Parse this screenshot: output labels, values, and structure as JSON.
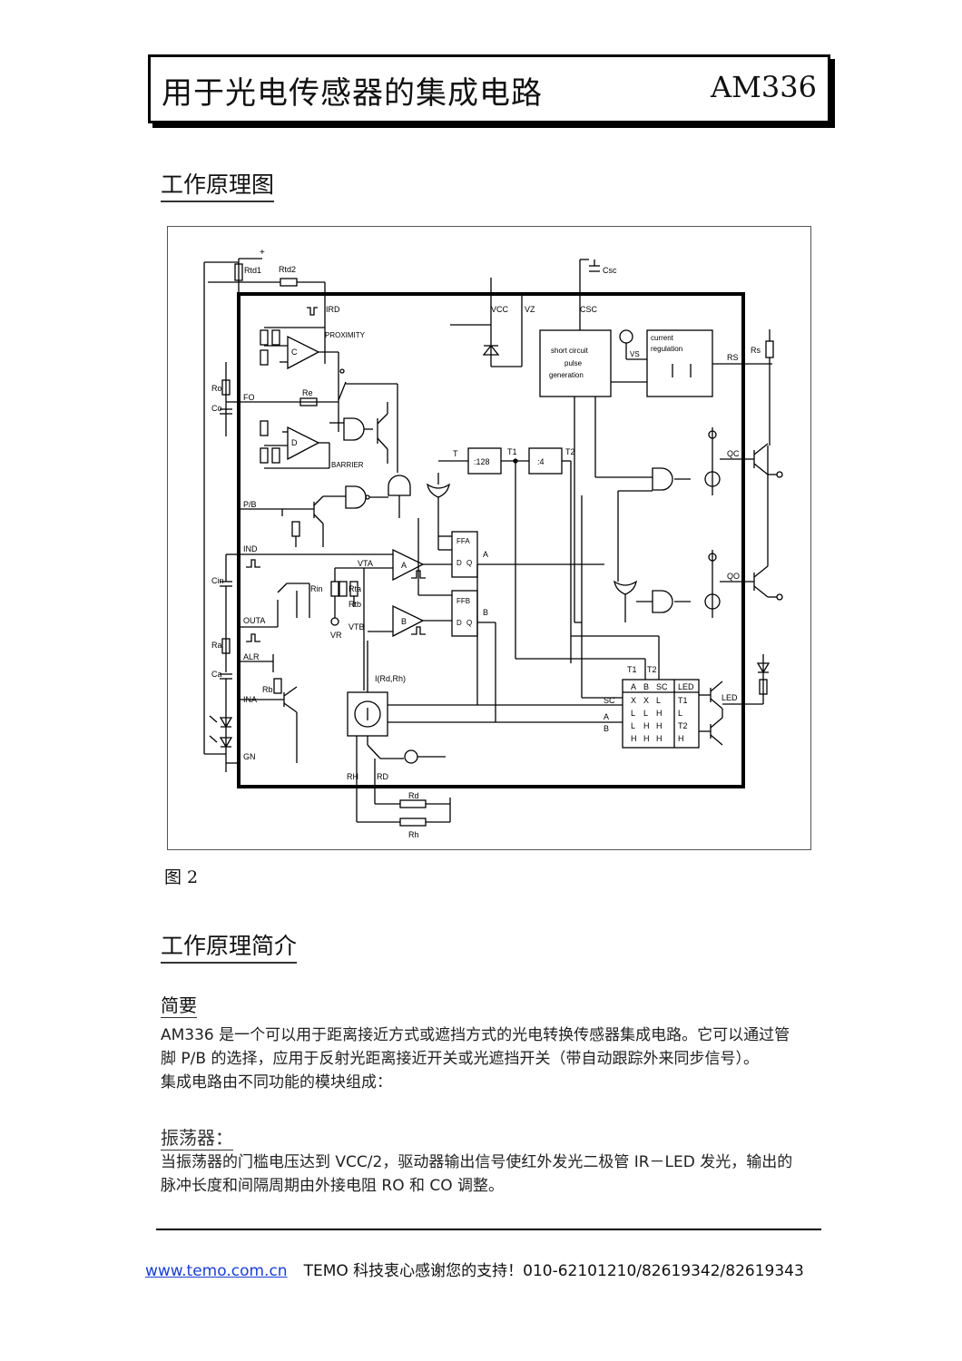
{
  "header": {
    "title": "用于光电传感器的集成电路",
    "part_number": "AM336"
  },
  "section1": {
    "title": "工作原理图"
  },
  "diagram": {
    "labels": {
      "rtd1": "Rtd1",
      "rtd2": "Rtd2",
      "irrd": "IRD",
      "proximity": "PROXIMITY",
      "ro": "Ro",
      "co": "Co",
      "fo": "FO",
      "re": "Re",
      "barrier": "BARRIER",
      "pb": "P/B",
      "ind": "IND",
      "cin": "Cin",
      "rin": "Rin",
      "rta": "Rta",
      "rtb": "Rtb",
      "vta": "VTA",
      "vtb": "VTB",
      "vr": "VR",
      "outa": "OUTA",
      "ra": "Ra",
      "ca": "Ca",
      "alr": "ALR",
      "rb": "Rb",
      "ina": "INA",
      "gn": "GN",
      "rh": "RH",
      "rd": "RD",
      "rd2": "Rd",
      "rh2": "Rh",
      "ird_rh": "I(Rd,Rh)",
      "vcc": "VCC",
      "vz": "VZ",
      "csc": "CSC",
      "csc_cap": "Csc",
      "short_circuit": [
        "short circuit",
        "pulse",
        "generation"
      ],
      "current_reg": [
        "current",
        "regulation"
      ],
      "vs": "VS",
      "rs": "RS",
      "rs_res": "Rs",
      "qc": "QC",
      "qo": "QO",
      "led": "LED",
      "div128": ":128",
      "div4": ":4",
      "t": "T",
      "t1": "T1",
      "t2": "T2",
      "ffa": "FFA",
      "ffb": "FFB",
      "d": "D",
      "q": "Q",
      "a": "A",
      "b": "B",
      "c": "C",
      "sc": "SC"
    },
    "truth_table": {
      "headers": [
        "A",
        "B",
        "SC",
        "LED"
      ],
      "rows": [
        [
          "X",
          "X",
          "L",
          "T1"
        ],
        [
          "L",
          "L",
          "H",
          "L"
        ],
        [
          "L",
          "H",
          "H",
          "T2"
        ],
        [
          "H",
          "H",
          "H",
          "H"
        ]
      ]
    }
  },
  "figure_caption": "图 2",
  "section2": {
    "title": "工作原理简介"
  },
  "summary": {
    "title": "简要",
    "lines": [
      "AM336 是一个可以用于距离接近方式或遮挡方式的光电转换传感器集成电路。它可以通过管",
      "脚 P/B 的选择，应用于反射光距离接近开关或光遮挡开关（带自动跟踪外来同步信号）。",
      "集成电路由不同功能的模块组成："
    ]
  },
  "oscillator": {
    "title": "振荡器：",
    "lines": [
      "当振荡器的门槛电压达到 VCC/2，驱动器输出信号使红外发光二极管 IR－LED 发光，输出的",
      "脉冲长度和间隔周期由外接电阻 RO 和 CO 调整。"
    ]
  },
  "footer": {
    "url": "www.temo.com.cn",
    "text": "TEMO 科技衷心感谢您的支持！010-62101210/82619342/82619343"
  }
}
